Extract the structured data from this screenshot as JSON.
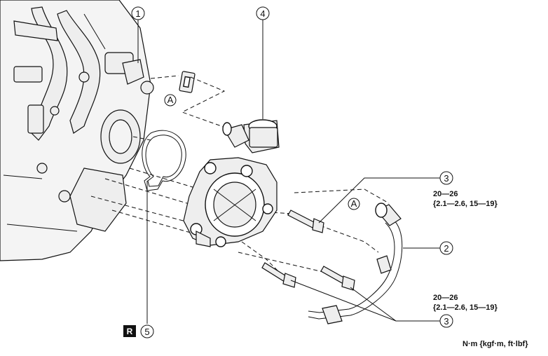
{
  "callouts": {
    "c1": "1",
    "c2": "2",
    "c3a": "3",
    "c3b": "3",
    "c4": "4",
    "c5": "5",
    "refA1": "A",
    "refA2": "A"
  },
  "torque_upper": {
    "line1": "20—26",
    "line2": "{2.1—2.6, 15—19}"
  },
  "torque_lower": {
    "line1": "20—26",
    "line2": "{2.1—2.6, 15—19}"
  },
  "replace_badge": "R",
  "units_note": "N·m {kgf·m, ft·lbf}"
}
